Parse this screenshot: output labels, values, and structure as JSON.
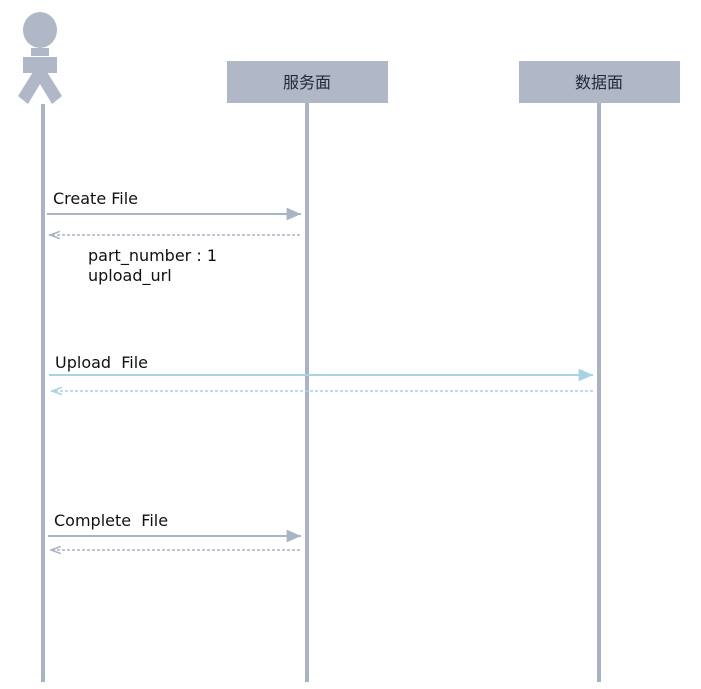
{
  "participants": [
    {
      "id": "actor",
      "label": ""
    },
    {
      "id": "service",
      "label": "服务面"
    },
    {
      "id": "data",
      "label": "数据面"
    }
  ],
  "messages": [
    {
      "label": "Create File",
      "from": "actor",
      "to": "service",
      "color": "#a9b4c5"
    },
    {
      "label": "",
      "from": "service",
      "to": "actor",
      "color": "#a9b4c5",
      "dashed": true
    },
    {
      "label": "Upload  File",
      "from": "actor",
      "to": "data",
      "color": "#a9d2e6"
    },
    {
      "label": "",
      "from": "data",
      "to": "actor",
      "color": "#a9d2e6",
      "dashed": true
    },
    {
      "label": "Complete  File",
      "from": "actor",
      "to": "service",
      "color": "#a9b4c5"
    },
    {
      "label": "",
      "from": "service",
      "to": "actor",
      "color": "#a9b4c5",
      "dashed": true
    }
  ],
  "notes": {
    "create_response": [
      "part_number : 1",
      "upload_url"
    ]
  },
  "colors": {
    "lifeline": "#aab3c3",
    "participant_box": "#b0b8c7",
    "actor": "#b0b8c7",
    "upload_arrow": "#a9d2e6"
  }
}
